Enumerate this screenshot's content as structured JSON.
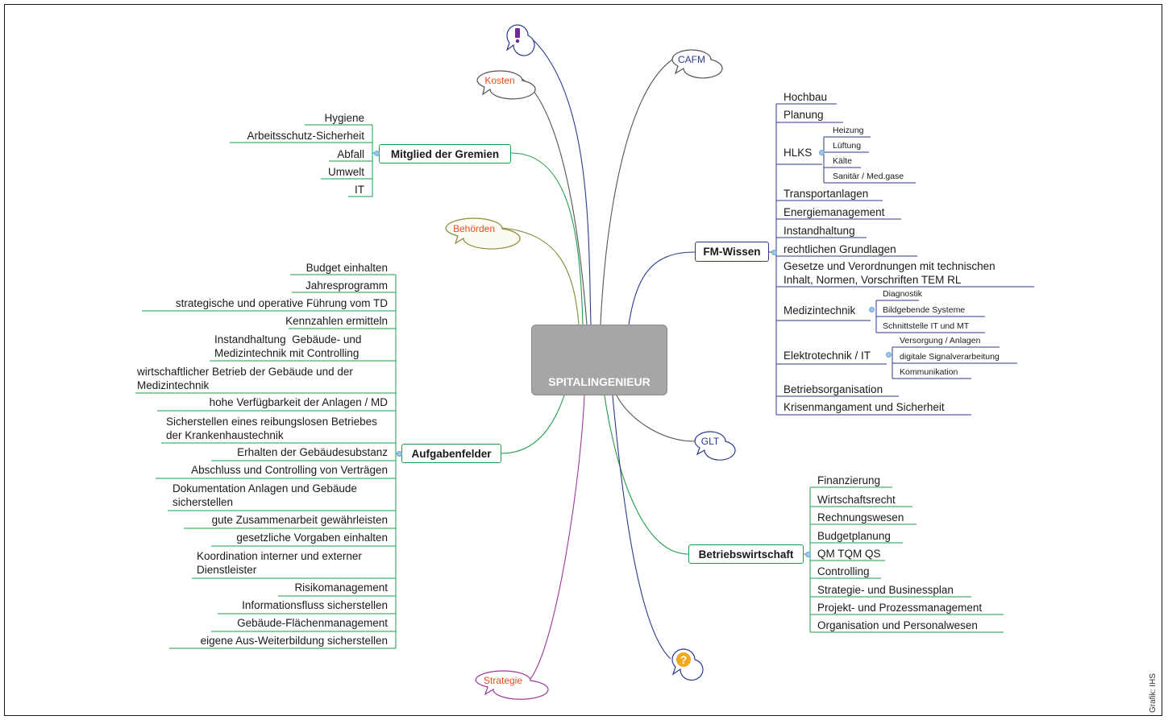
{
  "center": {
    "title": "SPITALINGENIEUR"
  },
  "colors": {
    "green": "#1e9e4a",
    "blue": "#2d3a8c",
    "orange_text": "#e8501e",
    "center_fill": "#a6a6a6"
  },
  "bubbles": {
    "alert": {
      "icon": "exclamation-icon"
    },
    "kosten": "Kosten",
    "cafm": "CAFM",
    "behoerden": "Behörden",
    "glt": "GLT",
    "question": {
      "icon": "question-icon"
    },
    "strategie": "Strategie"
  },
  "gremien": {
    "title": "Mitglied der Gremien",
    "items": [
      "Hygiene",
      "Arbeitsschutz-Sicherheit",
      "Abfall",
      "Umwelt",
      "IT"
    ]
  },
  "aufgaben": {
    "title": "Aufgabenfelder",
    "items": [
      "Budget einhalten",
      "Jahresprogramm",
      "strategische und operative Führung vom TD",
      "Kennzahlen ermitteln",
      "Instandhaltung  Gebäude- und\nMedizintechnik mit Controlling",
      "wirtschaftlicher Betrieb der Gebäude und der\nMedizintechnik",
      "hohe Verfügbarkeit der Anlagen / MD",
      "Sicherstellen eines reibungslosen Betriebes\nder Krankenhaustechnik",
      "Erhalten der Gebäudesubstanz",
      "Abschluss und Controlling von Verträgen",
      "Dokumentation Anlagen und Gebäude\nsicherstellen",
      "gute Zusammenarbeit gewährleisten",
      "gesetzliche Vorgaben einhalten",
      "Koordination interner und externer\nDienstleister",
      "Risikomanagement",
      "Informationsfluss sicherstellen",
      "Gebäude-Flächenmanagement",
      "eigene Aus-Weiterbildung sicherstellen"
    ]
  },
  "fm": {
    "title": "FM-Wissen",
    "items": [
      "Hochbau",
      "Planung",
      "HLKS",
      "Transportanlagen",
      "Energiemanagement",
      "Instandhaltung",
      "rechtlichen Grundlagen",
      "Gesetze und Verordnungen mit technischen\nInhalt, Normen, Vorschriften TEM RL",
      "Medizintechnik",
      "Elektrotechnik / IT",
      "Betriebsorganisation",
      "Krisenmangament und Sicherheit"
    ],
    "hlks_sub": [
      "Heizung",
      "Lüftung",
      "Kälte",
      "Sanitär / Med.gase"
    ],
    "medizin_sub": [
      "Diagnostik",
      "Bildgebende Systeme",
      "Schnittstelle IT und MT"
    ],
    "elektro_sub": [
      "Versorgung / Anlagen",
      "digitale Signalverarbeitung",
      "Kommunikation"
    ]
  },
  "bw": {
    "title": "Betriebswirtschaft",
    "items": [
      "Finanzierung",
      "Wirtschaftsrecht",
      "Rechnungswesen",
      "Budgetplanung",
      "QM TQM QS",
      "Controlling",
      "Strategie- und Businessplan",
      "Projekt- und Prozessmanagement",
      "Organisation und Personalwesen"
    ]
  },
  "credit": "Grafik: IHS"
}
